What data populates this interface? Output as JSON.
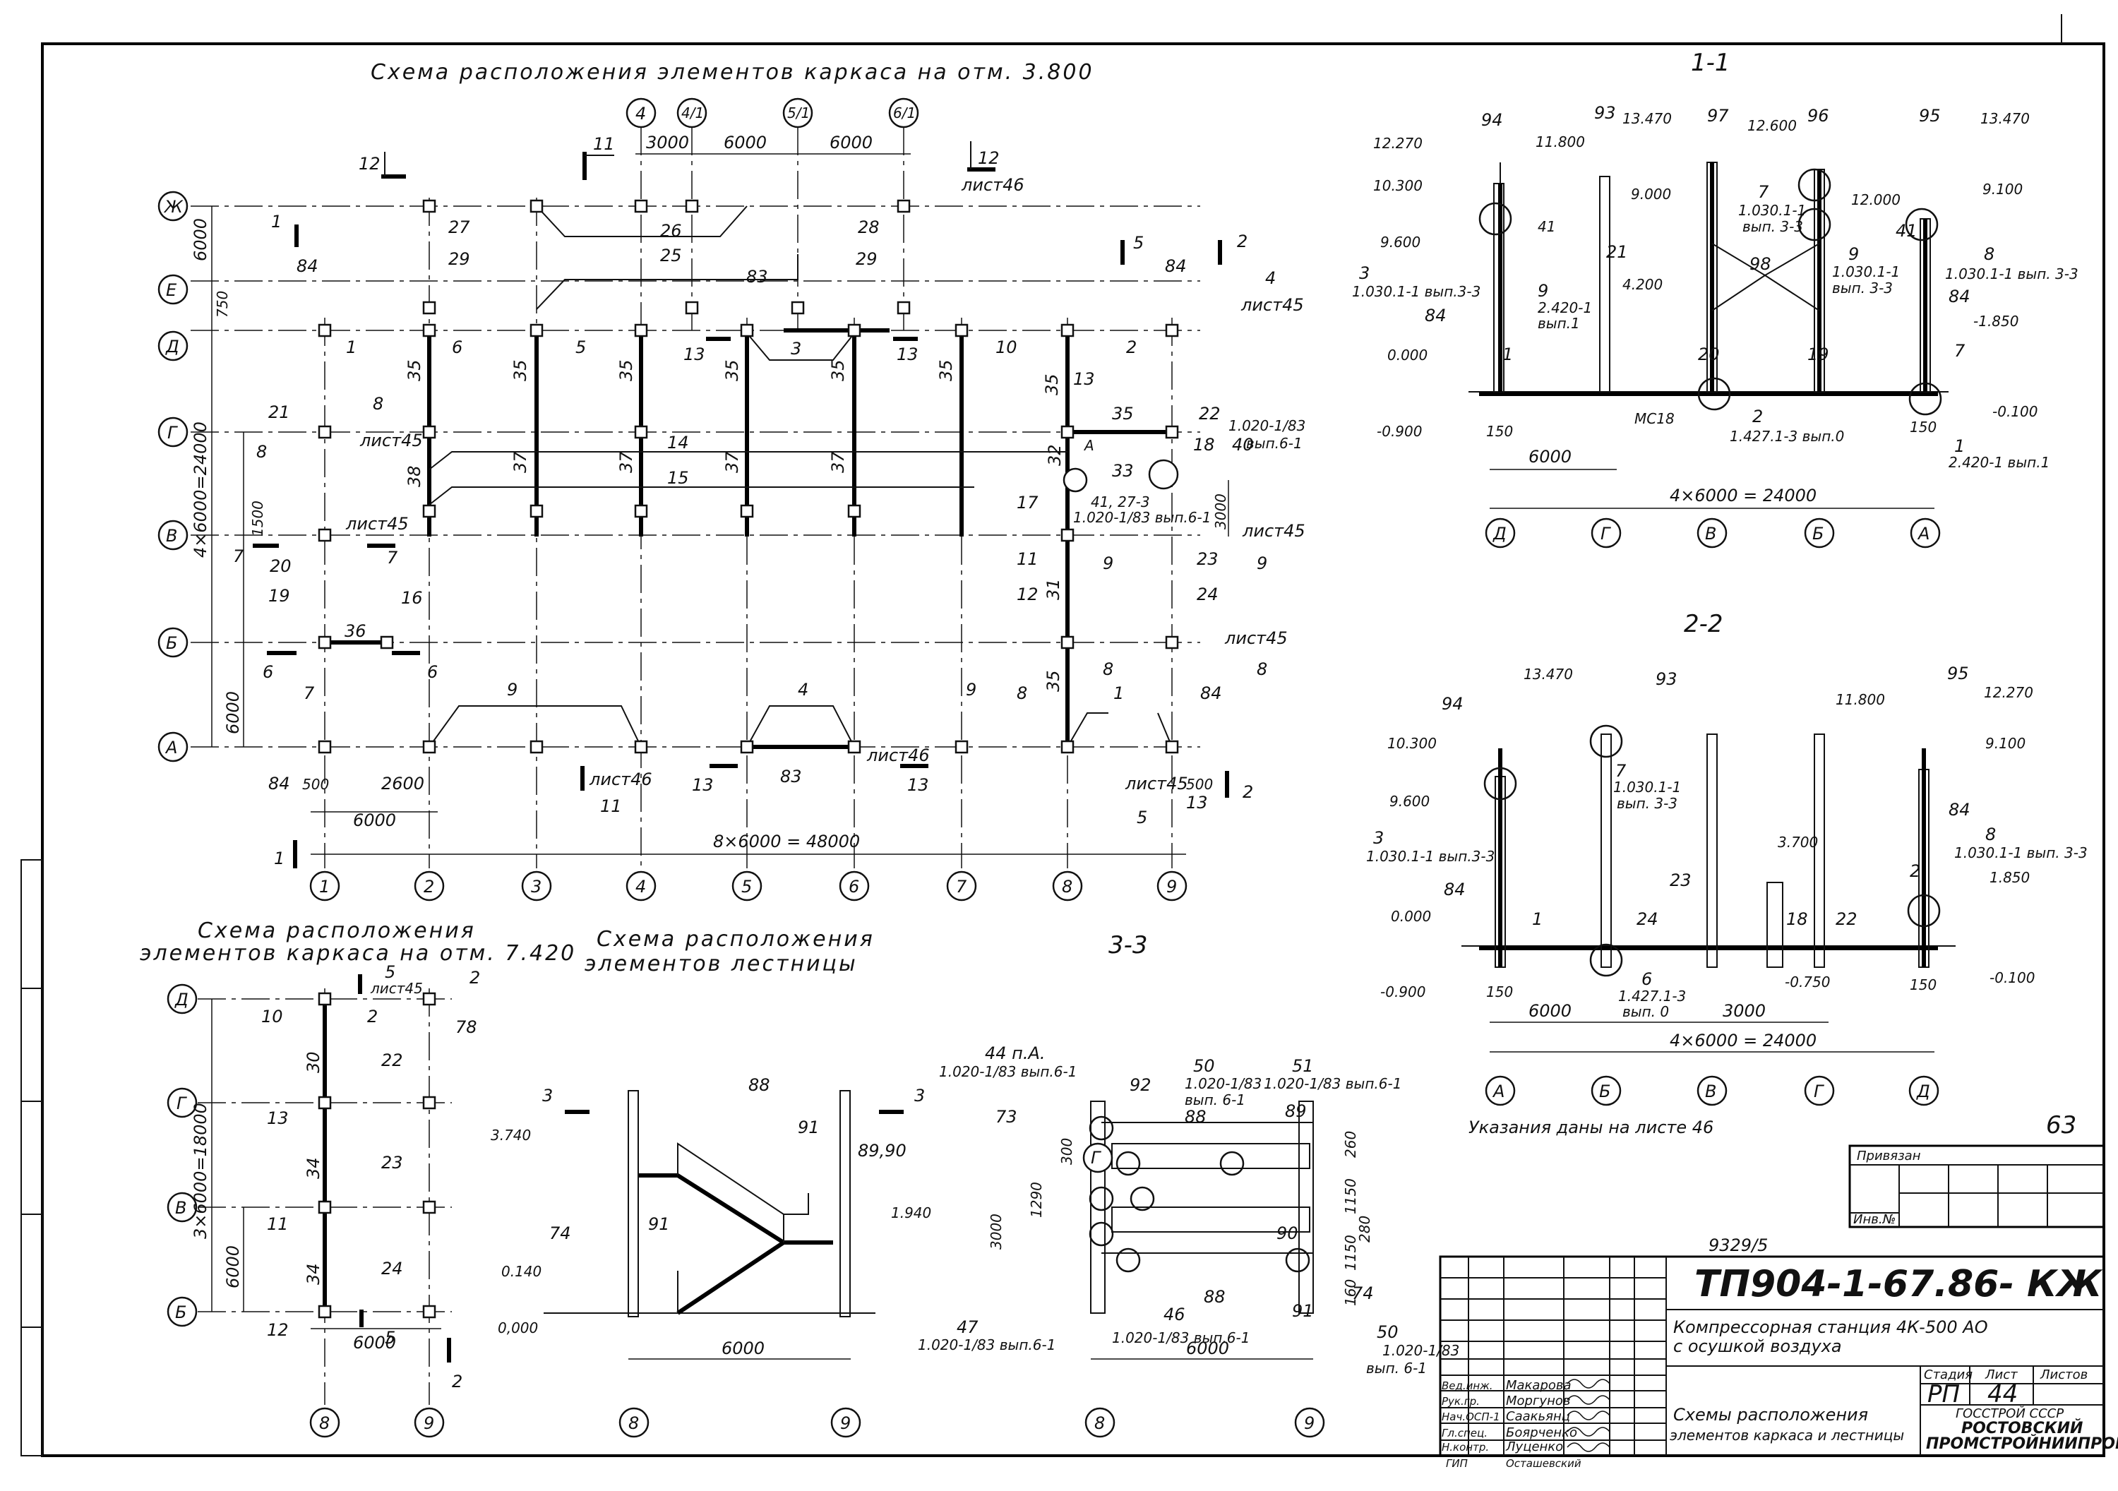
{
  "main_plan": {
    "title": "Схема расположения элементов каркаса на отм. 3.800",
    "x_axes": [
      "1",
      "2",
      "3",
      "4",
      "5",
      "6",
      "7",
      "8",
      "9"
    ],
    "y_axes": [
      "Ж",
      "Е",
      "Д",
      "Г",
      "В",
      "Б",
      "А"
    ],
    "top_axes": [
      "4",
      "4/1",
      "5/1",
      "6/1"
    ],
    "top_dims": [
      "3000",
      "6000",
      "6000"
    ],
    "dim_side_6000": "6000",
    "dim_side_750": "750",
    "dim_side_total": "4×6000=24000",
    "dim_side_1500": "1500",
    "dim_side_6000b": "6000",
    "dim_bottom_500": "500",
    "dim_bottom_2600": "2600",
    "dim_bottom_6000": "6000",
    "dim_bottom_total": "8×6000 = 48000",
    "dim_right_3000": "3000",
    "dim_right_500": "500",
    "marks": [
      "84",
      "1",
      "6",
      "5",
      "3",
      "10",
      "2",
      "84",
      "27",
      "29",
      "26",
      "25",
      "83",
      "28",
      "29",
      "35",
      "35",
      "35",
      "35",
      "35",
      "35",
      "35",
      "14",
      "15",
      "38",
      "37",
      "37",
      "37",
      "37",
      "21",
      "20",
      "19",
      "36",
      "16",
      "9",
      "4",
      "9",
      "7",
      "8",
      "1",
      "84",
      "84",
      "83",
      "13",
      "22",
      "35",
      "40",
      "1.020-1/83",
      "вып.6-1",
      "33",
      "18",
      "32",
      "17",
      "41, 27-3",
      "1.020-1/83 вып.6-1",
      "11",
      "23",
      "12",
      "31",
      "24",
      "35",
      "A"
    ],
    "cuts": [
      "12",
      "11",
      "12",
      "лист46",
      "5",
      "2",
      "4",
      "лист45",
      "1",
      "8",
      "8",
      "лист45",
      "7",
      "лист45",
      "7",
      "6",
      "6",
      "11",
      "лист46",
      "13",
      "13",
      "лист46",
      "13",
      "13",
      "13",
      "9",
      "9",
      "лист45",
      "8",
      "8",
      "лист45",
      "лист45",
      "5",
      "2",
      "1"
    ]
  },
  "sec_1_1": {
    "title": "1-1",
    "axes": [
      "Д",
      "Г",
      "В",
      "Б",
      "А"
    ],
    "labels": [
      "94",
      "93",
      "97",
      "96",
      "95",
      "12.270",
      "11.800",
      "13.470",
      "12.600",
      "13.470",
      "10.300",
      "9.600",
      "3",
      "1.030.1-1 вып.3-3",
      "41",
      "9",
      "2.420-1",
      "вып.1",
      "84",
      "21",
      "9.000",
      "4.200",
      "7",
      "1.030.1-1",
      "вып. 3-3",
      "98",
      "12.000",
      "9",
      "1.030.1-1",
      "вып. 3-3",
      "41",
      "9.100",
      "8",
      "1.030.1-1 вып. 3-3",
      "84",
      "-1.850",
      "20",
      "19",
      "7",
      "1",
      "0.000",
      "-0.900",
      "150",
      "МС18",
      "2",
      "1.427.1-3 вып.0",
      "-0.100",
      "150",
      "1",
      "2.420-1 вып.1"
    ],
    "dims": [
      "6000",
      "4×6000 = 24000"
    ]
  },
  "sec_2_2": {
    "title": "2-2",
    "axes": [
      "А",
      "Б",
      "В",
      "Г",
      "Д"
    ],
    "labels": [
      "94",
      "13.470",
      "93",
      "11.800",
      "95",
      "12.270",
      "10.300",
      "7",
      "1.030.1-1",
      "вып. 3-3",
      "9.100",
      "9.600",
      "3",
      "1.030.1-1 вып.3-3",
      "84",
      "23",
      "3.700",
      "84",
      "8",
      "1.030.1-1 вып. 3-3",
      "2",
      "1.850",
      "0.000",
      "1",
      "24",
      "18",
      "22",
      "-0.900",
      "-0.750",
      "-0.100",
      "150",
      "6",
      "1.427.1-3",
      "вып. 0",
      "150"
    ],
    "dims": [
      "6000",
      "3000",
      "4×6000 = 24000"
    ]
  },
  "plan_7420": {
    "title_l1": "Схема расположения",
    "title_l2": "элементов каркаса на отм. 7.420",
    "y_axes": [
      "Д",
      "Г",
      "В",
      "Б"
    ],
    "x_axes": [
      "8",
      "9"
    ],
    "labels": [
      "10",
      "2",
      "78",
      "30",
      "22",
      "13",
      "34",
      "23",
      "11",
      "34",
      "24",
      "12",
      "5",
      "лист45",
      "5",
      "2",
      "2"
    ],
    "dims": [
      "3×6000=18000",
      "6000",
      "6000"
    ]
  },
  "stair_section": {
    "title_l1": "Схема расположения",
    "title_l2": "элементов лестницы",
    "axes": [
      "8",
      "9"
    ],
    "labels": [
      "3",
      "3",
      "88",
      "91",
      "89,90",
      "3.740",
      "1.940",
      "74",
      "91",
      "0.140",
      "0,000"
    ],
    "dims": [
      "6000"
    ]
  },
  "sec_3_3": {
    "title": "3-3",
    "axes": [
      "8",
      "9"
    ],
    "axis_g": "Г",
    "labels": [
      "44 п.А.",
      "1.020-1/83 вып.6-1",
      "92",
      "50",
      "1.020-1/83",
      "вып. 6-1",
      "51",
      "1.020-1/83 вып.6-1",
      "88",
      "89",
      "73",
      "300",
      "1290",
      "3000",
      "260",
      "1150",
      "280",
      "90",
      "1150",
      "160",
      "74",
      "47",
      "1.020-1/83 вып.6-1",
      "46",
      "1.020-1/83 вып.6-1",
      "88",
      "91",
      "50",
      "1.020-1/83",
      "вып. 6-1"
    ],
    "dims": [
      "6000"
    ]
  },
  "note": "Указания даны на листе   46",
  "page_mark": "63",
  "stamp": {
    "privyazan": "Привязан",
    "inv": "Инв.№",
    "archive": "9329/5",
    "code": "ТП904-1-67.86- КЖ",
    "project_l1": "Компрессорная станция 4К-500 АО",
    "project_l2": "с осушкой воздуха",
    "sheet_title_l1": "Схемы расположения",
    "sheet_title_l2": "элементов каркаса и лестницы",
    "stage_hdr": "Стадия",
    "sheet_hdr": "Лист",
    "sheets_hdr": "Листов",
    "stage": "РП",
    "sheet": "44",
    "org_l1": "ГОССТРОЙ СССР",
    "org_l2": "РОСТОВСКИЙ",
    "org_l3": "ПРОМСТРОЙНИИПРОЕКТ",
    "people": [
      {
        "role": "Вед.инж.",
        "name": "Макарова"
      },
      {
        "role": "Рук.гр.",
        "name": "Моргунов"
      },
      {
        "role": "Нач.ОСП-1",
        "name": "Саакьянц"
      },
      {
        "role": "Гл.спец.",
        "name": "Боярченко"
      },
      {
        "role": "Н.контр.",
        "name": "Луценко"
      },
      {
        "role": "ГИП",
        "name": "Осташевский"
      }
    ]
  }
}
